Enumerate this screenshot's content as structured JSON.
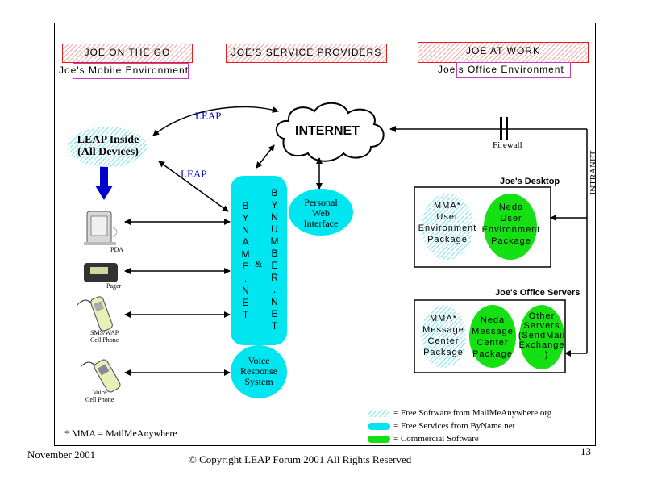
{
  "headers": {
    "left": "JOE ON THE GO",
    "left_sub": "Joe's Mobile Environment",
    "center": "JOE'S SERVICE PROVIDERS",
    "right": "JOE AT WORK",
    "right_sub": "Joe's Office Environment"
  },
  "labels": {
    "leap_top": "LEAP",
    "leap_left": "LEAP",
    "internet": "INTERNET",
    "firewall": "Firewall",
    "intranet": "INTRANET",
    "leap_inside_1": "LEAP Inside",
    "leap_inside_2": "(All Devices)",
    "byname_letters": [
      "B",
      "Y",
      "N",
      "A",
      "M",
      "E",
      ".",
      "N",
      "E",
      "T"
    ],
    "bynumber_letters": [
      "B",
      "Y",
      "N",
      "U",
      "M",
      "B",
      "E",
      "R",
      ".",
      "N",
      "E",
      "T"
    ],
    "ampersand": "&",
    "personal_web_1": "Personal",
    "personal_web_2": "Web",
    "personal_web_3": "Interface",
    "voice_1": "Voice",
    "voice_2": "Response",
    "voice_3": "System"
  },
  "devices": {
    "pda": "PDA",
    "pager": "Pager",
    "sms_1": "SMS/WAP",
    "sms_2": "Cell Phone",
    "voice_1": "Voice",
    "voice_2": "Cell Phone"
  },
  "desktop": {
    "title": "Joe's Desktop",
    "mma": [
      "MMA*",
      "User",
      "Environment",
      "Package"
    ],
    "neda": [
      "Neda",
      "User",
      "Environment",
      "Package"
    ]
  },
  "servers": {
    "title": "Joe's Office Servers",
    "mma": [
      "MMA*",
      "Message",
      "Center",
      "Package"
    ],
    "neda": [
      "Neda",
      "Message",
      "Center",
      "Package"
    ],
    "other": [
      "Other",
      "Servers",
      "(SendMail",
      "Exchange",
      "...)"
    ]
  },
  "legend": [
    {
      "swatch": "hatched-cyan",
      "text": "= Free Software from MailMeAnywhere.org"
    },
    {
      "swatch": "cyan",
      "text": "= Free Services  from ByName.net"
    },
    {
      "swatch": "green",
      "text": "= Commercial Software"
    }
  ],
  "footnote": "* MMA = MailMeAnywhere",
  "footer": {
    "date": "November 2001",
    "copyright": "© Copyright LEAP Forum 2001 All Rights Reserved",
    "page": "13"
  },
  "colors": {
    "header_red": "#e02020",
    "header_pink": "#c040c0",
    "service_cyan": "#00e6f0",
    "commercial_green": "#14e014",
    "leap_blue": "#0000cc"
  }
}
